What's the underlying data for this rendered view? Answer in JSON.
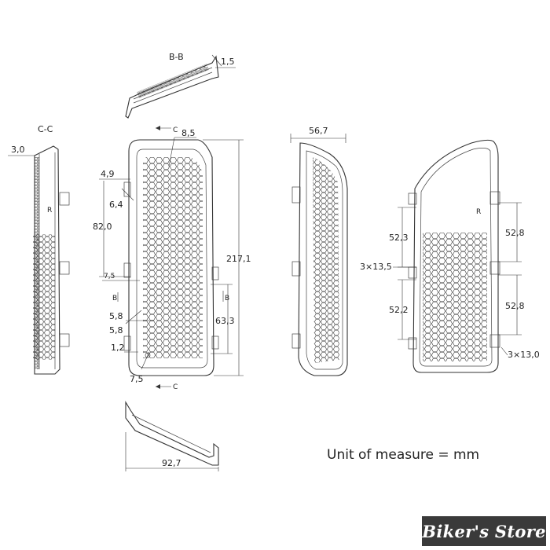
{
  "sections": {
    "bb": "B-B",
    "cc": "C-C",
    "c_top": "C",
    "c_bottom": "C",
    "b_left": "B",
    "b_right": "B"
  },
  "side_marks": {
    "left": "R",
    "right": "R"
  },
  "dimensions": {
    "bb_thickness": "1,5",
    "cc_thickness": "3,0",
    "top_width": "8,5",
    "d_4_9": "4,9",
    "d_6_4": "6,4",
    "d_82_0": "82,0",
    "d_7_5_mid": "7,5",
    "height": "217,1",
    "d_5_8_a": "5,8",
    "d_5_8_b": "5,8",
    "d_63_3": "63,3",
    "d_1_2": "1,2",
    "d_7_5_bottom": "7,5",
    "depth": "56,7",
    "d_52_3": "52,3",
    "d_3x13_5": "3×13,5",
    "d_52_2": "52,2",
    "d_52_8_a": "52,8",
    "d_52_8_b": "52,8",
    "d_3x13_0": "3×13,0",
    "length": "92,7"
  },
  "unit_note": "Unit of measure = mm",
  "brand": "Biker's Store"
}
